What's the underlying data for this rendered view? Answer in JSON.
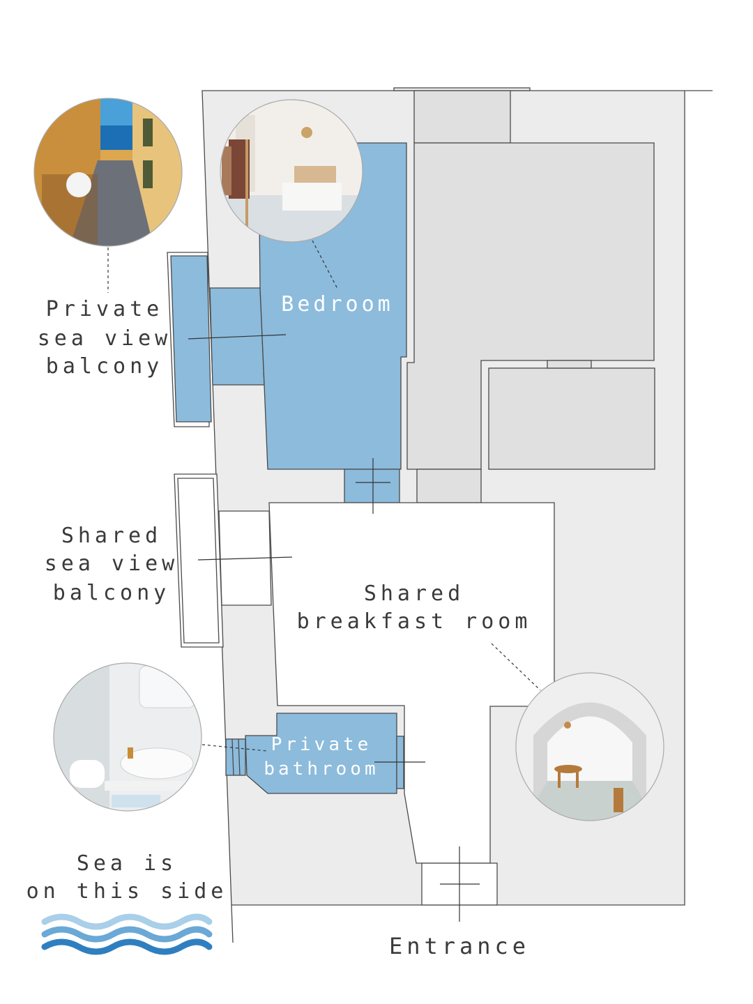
{
  "labels": {
    "private_balcony": [
      "Private",
      "sea view",
      "balcony"
    ],
    "bedroom": "Bedroom",
    "shared_balcony": [
      "Shared",
      "sea view",
      "balcony"
    ],
    "breakfast_room": [
      "Shared",
      "breakfast room"
    ],
    "private_bathroom": [
      "Private",
      "bathroom"
    ],
    "sea_side": [
      "Sea is",
      "on this side"
    ],
    "entrance": "Entrance"
  },
  "colors": {
    "private_area": "#8cbbdc",
    "neighbour_area": "#ececec",
    "shared_area": "#ffffff",
    "wave_light": "#a9cfe9",
    "wave_mid": "#6aa8d6",
    "wave_dark": "#2f7fc0"
  },
  "photos": {
    "balcony": "balcony-street-sea-view-photo",
    "bedroom": "bedroom-photo",
    "bathroom": "bathroom-photo",
    "breakfast_room": "breakfast-room-photo"
  }
}
